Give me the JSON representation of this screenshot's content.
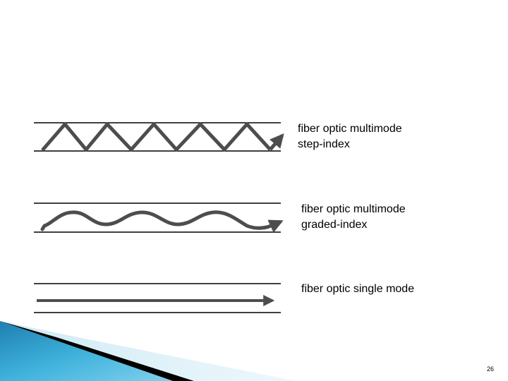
{
  "fibers": [
    {
      "line1": "fiber optic multimode",
      "line2": "step-index"
    },
    {
      "line1": "fiber optic multimode",
      "line2": "graded-index"
    },
    {
      "line1": "fiber optic single mode"
    }
  ],
  "footer": {
    "page_number": "26"
  },
  "colors": {
    "ray": "#4d4d4d",
    "cladding_line": "#000000",
    "footer_blue": "#2aa0c8",
    "footer_black": "#000000"
  }
}
